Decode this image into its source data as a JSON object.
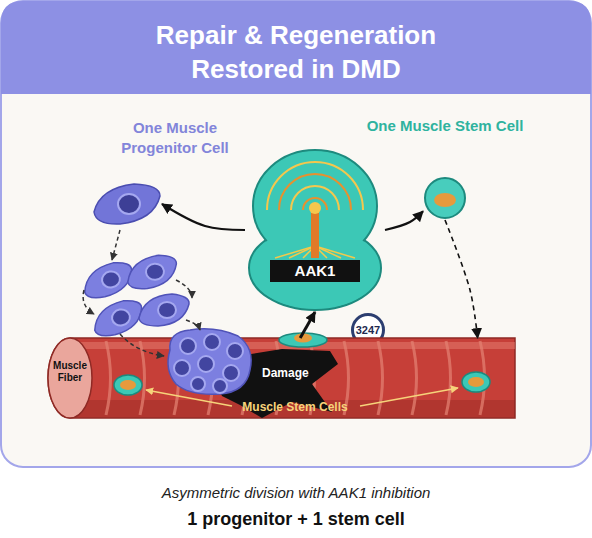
{
  "diagram": {
    "title": "Repair & Regeneration Restored in DMD",
    "caption": "Asymmetric division with AAK1 inhibition",
    "nodes": [
      {
        "text": [
          "One Muscle Progenitor Cell"
        ]
      },
      {
        "text": [
          "AAK1"
        ]
      },
      {
        "text": [
          "One Muscle Stem Cell"
        ]
      },
      {
        "text": [
          "3247"
        ]
      },
      {
        "text": [
          "Muscle Fiber"
        ]
      }
    ],
    "edges": [
      {
        "from": 1,
        "to": 0,
        "arrow": "to"
      },
      {
        "from": 1,
        "to": 2,
        "arrow": "to"
      },
      {
        "from": 2,
        "to": 4,
        "arrow": "to"
      },
      {
        "from": 4,
        "to": 1,
        "arrow": "to"
      }
    ],
    "labels": [
      "Damage",
      "Muscle Stem Cells",
      "1 progenitor + 1 stem cell"
    ]
  }
}
